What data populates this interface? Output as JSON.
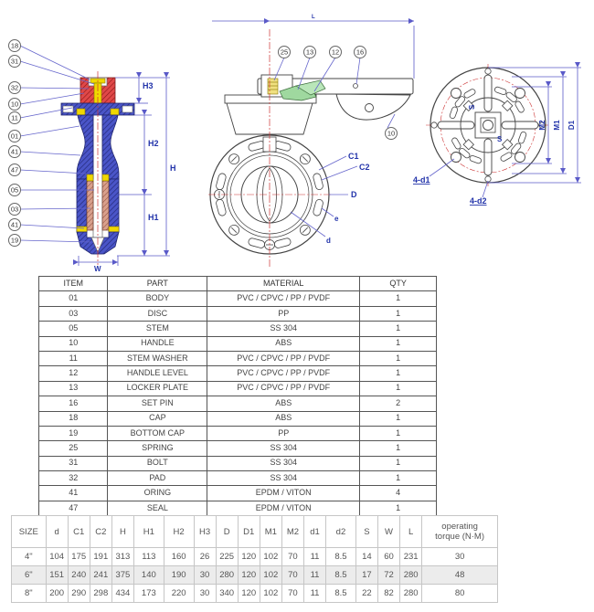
{
  "drawings": {
    "side_view": {
      "callouts": [
        "18",
        "31",
        "32",
        "10",
        "11",
        "01",
        "41",
        "47",
        "05",
        "03",
        "41",
        "19"
      ],
      "dims": {
        "h3": "H3",
        "h2": "H2",
        "h1": "H1",
        "h": "H",
        "w": "W"
      }
    },
    "front_view": {
      "callouts": [
        "25",
        "13",
        "12",
        "16",
        "10"
      ],
      "dims": {
        "l": "L",
        "c1": "C1",
        "c2": "C2",
        "d_outer": "D",
        "e": "e",
        "d_bore": "d"
      }
    },
    "flange_view": {
      "dims": {
        "m2": "M2",
        "m1": "M1",
        "d1": "D1",
        "s_a": "S",
        "s_b": "S",
        "holes_d1": "4-d1",
        "holes_d2": "4-d2"
      }
    }
  },
  "colors": {
    "body_blue": "#4a55c8",
    "cap_red": "#e04848",
    "accent_yellow": "#f0d800",
    "locker_green": "#9fd89f",
    "dim_blue": "#5a5ac8",
    "centerline_red": "#cc3333",
    "outline": "#444444"
  },
  "parts_table": {
    "headers": [
      "ITEM",
      "PART",
      "MATERIAL",
      "QTY"
    ],
    "rows": [
      [
        "01",
        "BODY",
        "PVC / CPVC / PP / PVDF",
        "1"
      ],
      [
        "03",
        "DISC",
        "PP",
        "1"
      ],
      [
        "05",
        "STEM",
        "SS 304",
        "1"
      ],
      [
        "10",
        "HANDLE",
        "ABS",
        "1"
      ],
      [
        "11",
        "STEM WASHER",
        "PVC / CPVC / PP / PVDF",
        "1"
      ],
      [
        "12",
        "HANDLE LEVEL",
        "PVC / CPVC / PP / PVDF",
        "1"
      ],
      [
        "13",
        "LOCKER PLATE",
        "PVC / CPVC / PP / PVDF",
        "1"
      ],
      [
        "16",
        "SET PIN",
        "ABS",
        "2"
      ],
      [
        "18",
        "CAP",
        "ABS",
        "1"
      ],
      [
        "19",
        "BOTTOM CAP",
        "PP",
        "1"
      ],
      [
        "25",
        "SPRING",
        "SS 304",
        "1"
      ],
      [
        "31",
        "BOLT",
        "SS 304",
        "1"
      ],
      [
        "32",
        "PAD",
        "SS 304",
        "1"
      ],
      [
        "41",
        "ORING",
        "EPDM / VITON",
        "4"
      ],
      [
        "47",
        "SEAL",
        "EPDM / VITON",
        "1"
      ]
    ]
  },
  "dimensions_table": {
    "headers": [
      "SIZE",
      "d",
      "C1",
      "C2",
      "H",
      "H1",
      "H2",
      "H3",
      "D",
      "D1",
      "M1",
      "M2",
      "d1",
      "d2",
      "S",
      "W",
      "L",
      "operating\ntorque  (N·M)"
    ],
    "rows": [
      [
        "4\"",
        "104",
        "175",
        "191",
        "313",
        "113",
        "160",
        "26",
        "225",
        "120",
        "102",
        "70",
        "11",
        "8.5",
        "14",
        "60",
        "231",
        "30"
      ],
      [
        "6\"",
        "151",
        "240",
        "241",
        "375",
        "140",
        "190",
        "30",
        "280",
        "120",
        "102",
        "70",
        "11",
        "8.5",
        "17",
        "72",
        "280",
        "48"
      ],
      [
        "8\"",
        "200",
        "290",
        "298",
        "434",
        "173",
        "220",
        "30",
        "340",
        "120",
        "102",
        "70",
        "11",
        "8.5",
        "22",
        "82",
        "280",
        "80"
      ]
    ]
  }
}
